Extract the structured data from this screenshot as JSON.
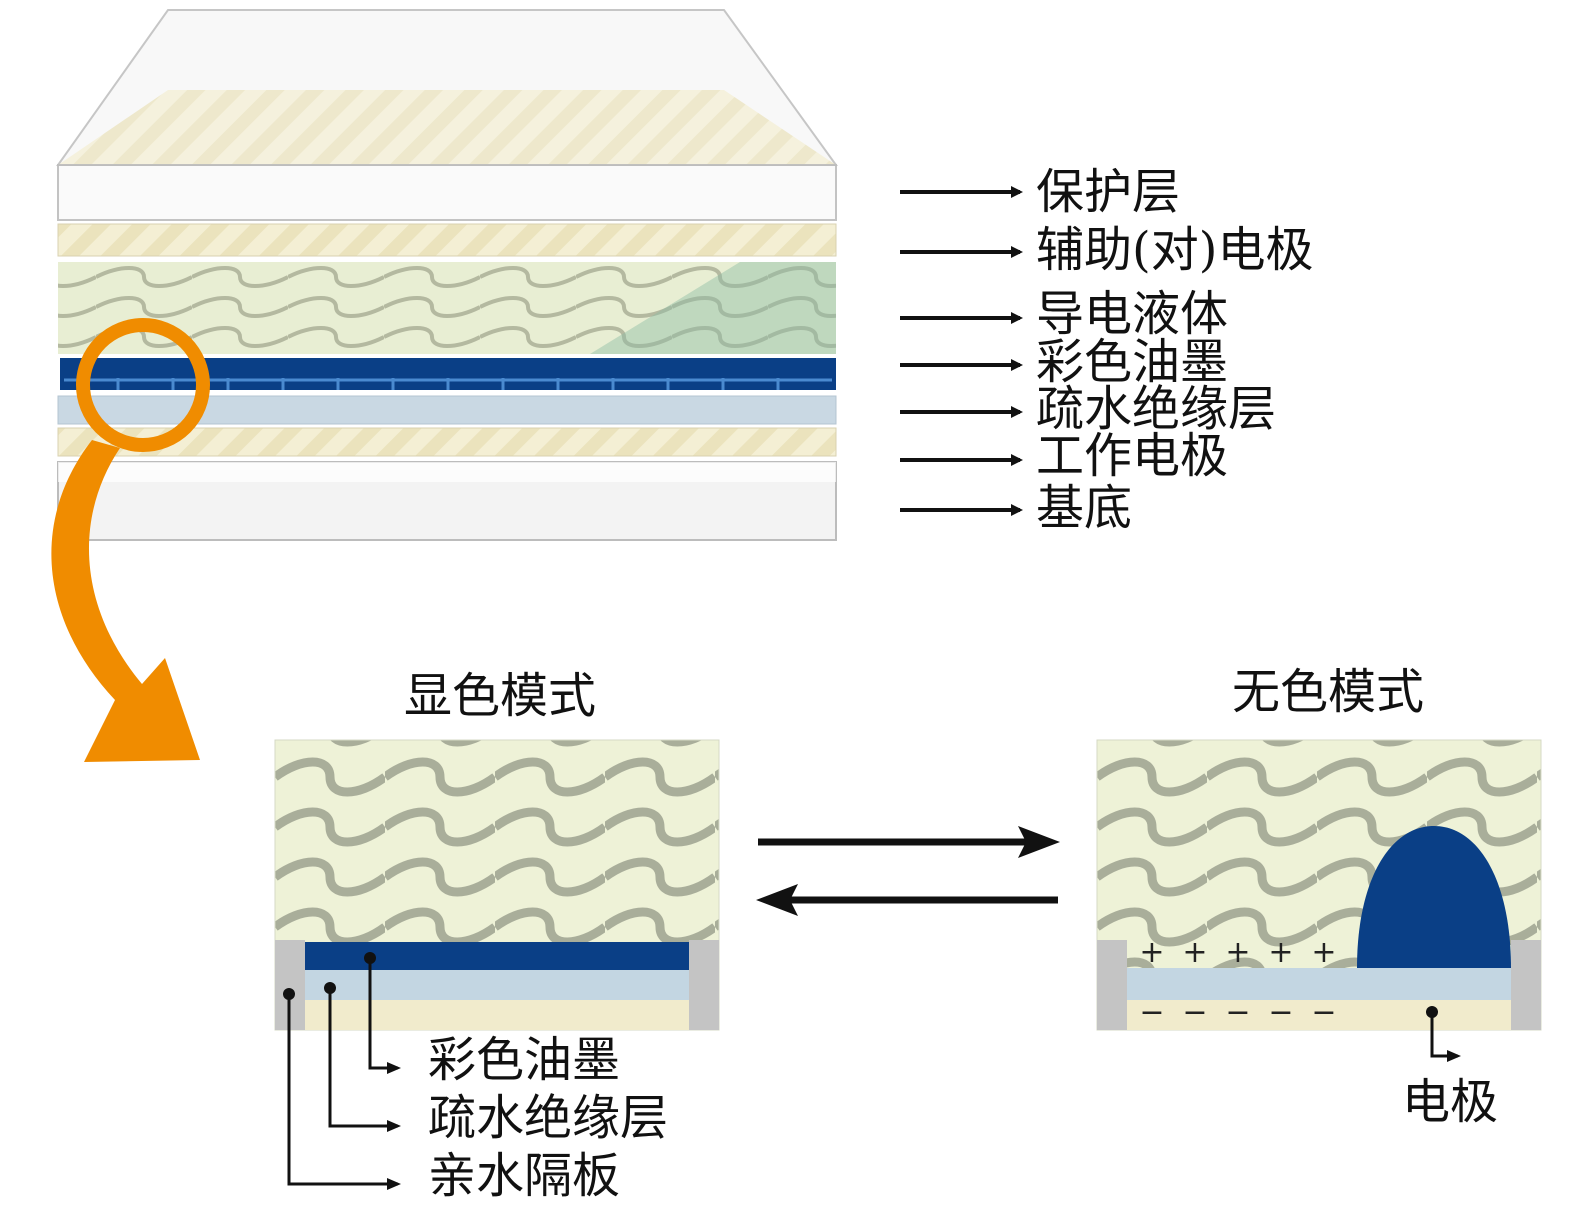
{
  "layer_labels": [
    "保护层",
    "辅助(对)电极",
    "导电液体",
    "彩色油墨",
    "疏水绝缘层",
    "工作电极",
    "基底"
  ],
  "left_mode_title": "显色模式",
  "right_mode_title": "无色模式",
  "left_callouts": [
    "彩色油墨",
    "疏水绝缘层",
    "亲水隔板"
  ],
  "right_callout": "电极",
  "plus_signs": [
    "+",
    "+",
    "+",
    "+",
    "+"
  ],
  "minus_signs": [
    "−",
    "−",
    "−",
    "−",
    "−"
  ],
  "colors": {
    "ink": "#0a3f86",
    "liquid": "#eef2d7",
    "wave": "#a9ae9a",
    "hydrophobic": "#c3d6e2",
    "electrode": "#f1ebcc",
    "partition": "#c4c4c4",
    "callout_arrow": "#f08c00"
  }
}
